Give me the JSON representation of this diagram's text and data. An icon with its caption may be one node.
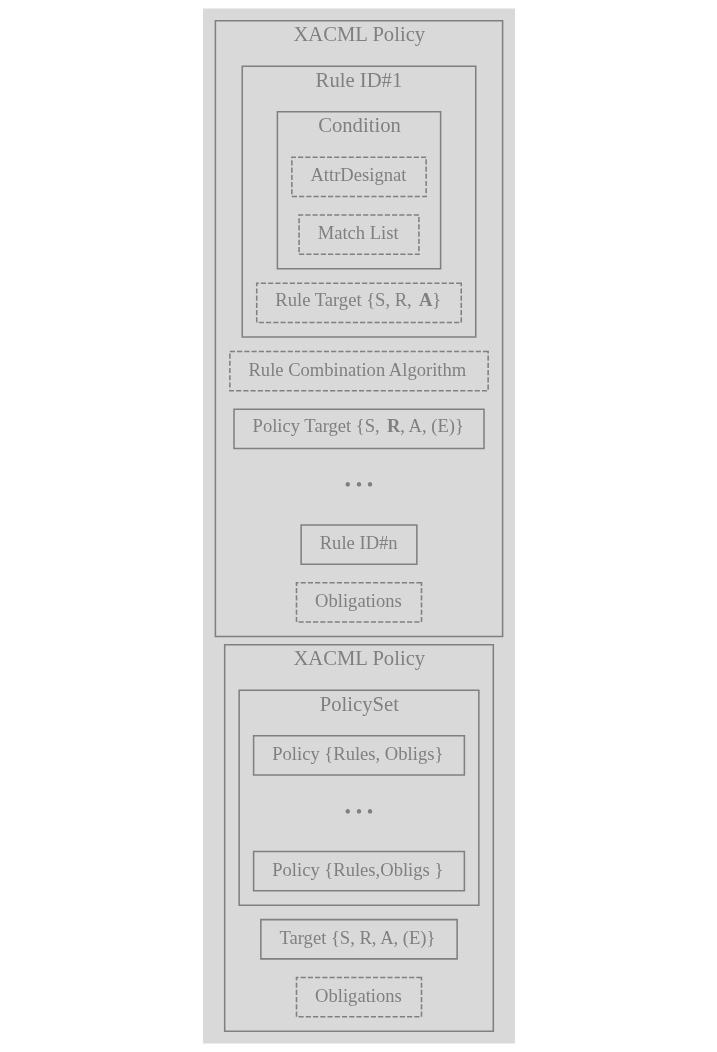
{
  "diagram": {
    "nodes": [
      {
        "text": [
          "XACML Policy"
        ]
      },
      {
        "text": [
          "Target {S, R, A, (E)}"
        ],
        "in": 0
      },
      {
        "text": [
          "PolicySet"
        ],
        "in": 0
      },
      {
        "text": [
          "Policy {Rules, Obligs}"
        ],
        "in": 2
      },
      {
        "text": [
          "Policy {Rules,Obligs }"
        ],
        "in": 2
      },
      {
        "text": [
          "Obligations"
        ],
        "in": 0
      },
      {
        "text": [
          "XACML Policy"
        ]
      },
      {
        "text": [
          "Rule Combination Algorithm"
        ],
        "in": 6
      },
      {
        "text": [
          "Policy Target {S, **R**, A, (E)}"
        ],
        "in": 6
      },
      {
        "text": [
          "Rule ID#1"
        ],
        "in": 6
      },
      {
        "text": [
          "Rule Target {S, R, **A**}"
        ],
        "in": 9
      },
      {
        "text": [
          "Condition"
        ],
        "in": 9
      },
      {
        "text": [
          "AttrDesignat"
        ],
        "in": 11
      },
      {
        "text": [
          "Match List"
        ],
        "in": 11
      },
      {
        "text": [
          "Rule ID#n"
        ],
        "in": 6
      },
      {
        "text": [
          "Obligations"
        ],
        "in": 6
      }
    ],
    "edges": [],
    "labels": [
      "• • •",
      "• • •"
    ]
  }
}
